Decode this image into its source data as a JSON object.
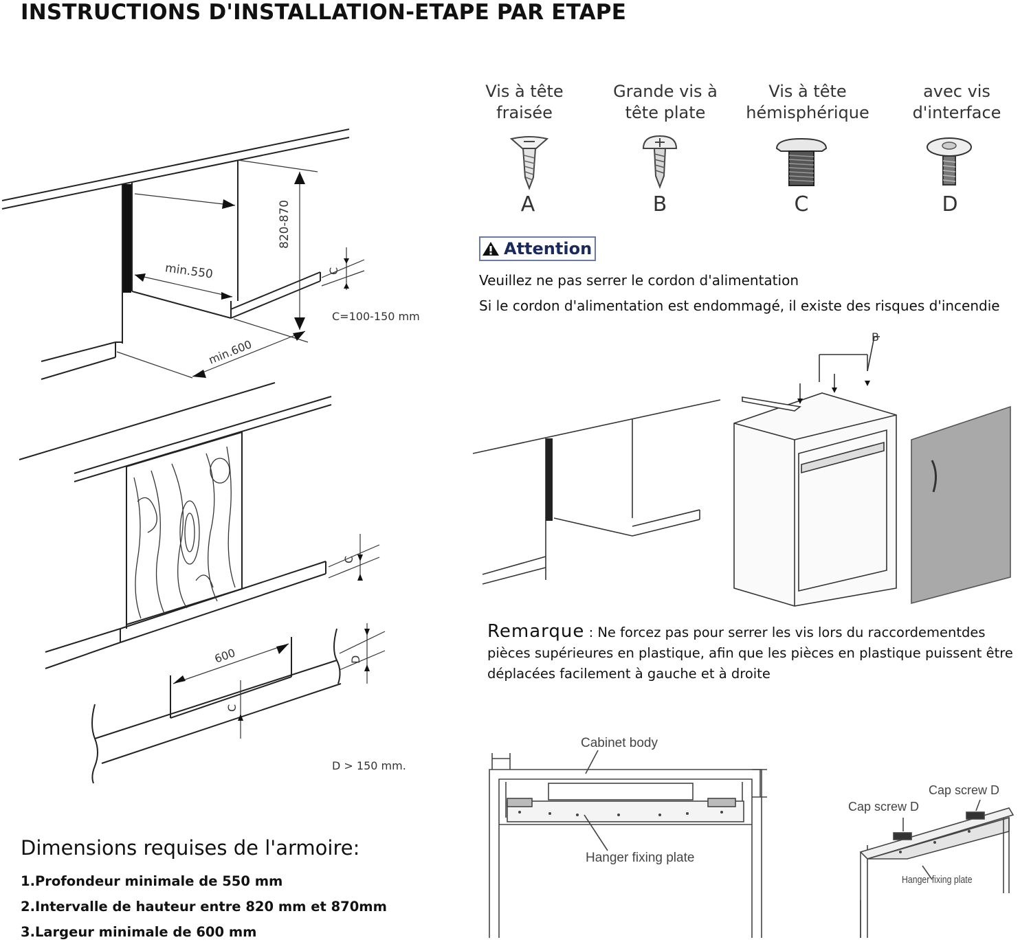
{
  "title": "INSTRUCTIONS D'INSTALLATION-ETAPE PAR ETAPE",
  "screws": [
    {
      "label_line1": "Vis à tête",
      "label_line2": "fraisée",
      "letter": "A"
    },
    {
      "label_line1": "Grande vis à",
      "label_line2": "tête plate",
      "letter": "B"
    },
    {
      "label_line1": "Vis à tête",
      "label_line2": "hémisphérique",
      "letter": "C"
    },
    {
      "label_line1": "avec vis",
      "label_line2": "d'interface",
      "letter": "D"
    }
  ],
  "attention": {
    "label": "Attention",
    "line1": "Veuillez ne pas serrer le cordon d'alimentation",
    "line2": "Si le cordon d'alimentation est endommagé, il existe des risques d'incendie"
  },
  "remark": {
    "title": "Remarque",
    "text": " : Ne forcez pas pour serrer les vis lors du raccordementdes pièces supérieures en plastique, afin que les pièces en plastique puissent être déplacées facilement à gauche et à droite"
  },
  "diagram1": {
    "height": "820-870",
    "depth": "min.550",
    "width": "min.600",
    "c_letter": "C",
    "c_note": "C=100-150 mm"
  },
  "diagram2": {
    "width": "600",
    "c_letter": "C",
    "d_letter": "D",
    "d_note": "D > 150 mm."
  },
  "fridge_diagram": {
    "b_label": "B"
  },
  "hanger_diagram": {
    "cabinet_body": "Cabinet body",
    "hanger_plate": "Hanger fixing plate",
    "cap_screw_left": "Cap screw D",
    "cap_screw_right": "Cap screw D",
    "hanger_plate_small": "Hanger fixing plate"
  },
  "requirements": {
    "title": "Dimensions requises de l'armoire:",
    "items": [
      "1.Profondeur minimale de 550 mm",
      "2.Intervalle de hauteur entre 820 mm et 870mm",
      "3.Largeur minimale de 600 mm"
    ]
  }
}
